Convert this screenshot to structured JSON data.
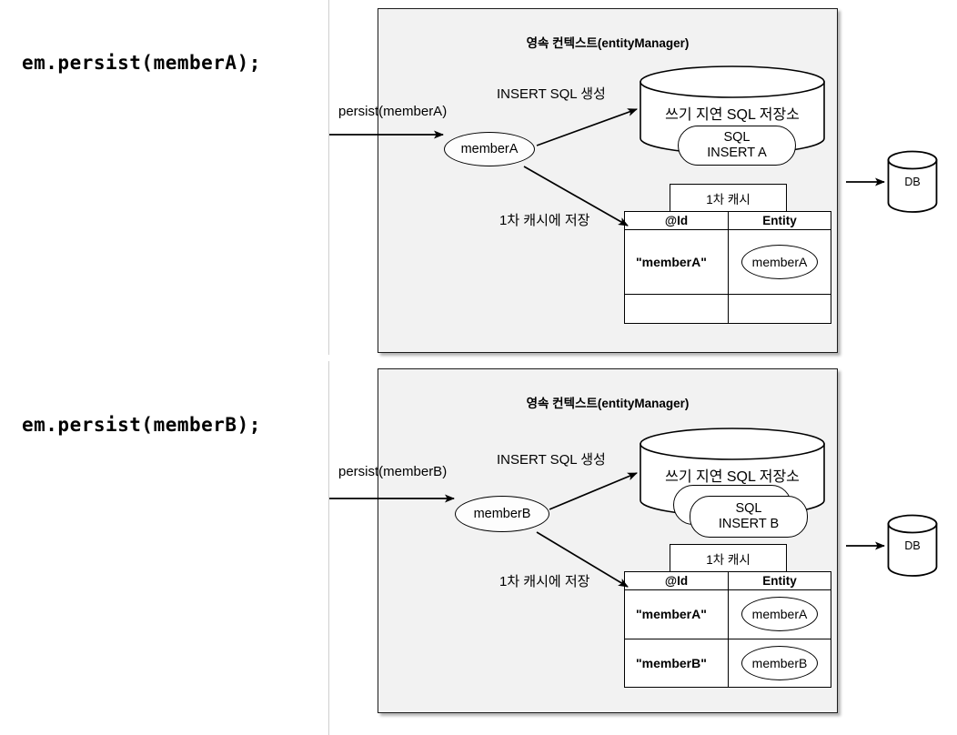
{
  "diagram": {
    "title_hidden": "JPA persistence context write-behind diagram",
    "panel_bg": "#f2f2f2",
    "stroke": "#1b1b1b"
  },
  "captions": {
    "persist_a": "em.persist(memberA);",
    "persist_b": "em.persist(memberB);"
  },
  "panel_a": {
    "title": "영속 컨텍스트(entityManager)",
    "incoming_arrow_label": "persist(memberA)",
    "insert_sql_label": "INSERT SQL 생성",
    "cache_store_label": "1차 캐시에 저장",
    "entity_node": "memberA",
    "sql_store": {
      "title": "쓰기 지연 SQL 저장소",
      "pills": [
        {
          "line1": "SQL",
          "line2": "INSERT A"
        }
      ]
    },
    "cache": {
      "tab_label": "1차 캐시",
      "headers": [
        "@Id",
        "Entity"
      ],
      "rows": [
        {
          "id": "\"memberA\"",
          "entity": "memberA"
        },
        {
          "id": "",
          "entity": ""
        }
      ]
    }
  },
  "panel_b": {
    "title": "영속 컨텍스트(entityManager)",
    "incoming_arrow_label": "persist(memberB)",
    "insert_sql_label": "INSERT SQL 생성",
    "cache_store_label": "1차 캐시에 저장",
    "entity_node": "memberB",
    "sql_store": {
      "title": "쓰기 지연 SQL 저장소",
      "pills": [
        {
          "line1": "",
          "line2": ""
        },
        {
          "line1": "SQL",
          "line2": "INSERT B"
        }
      ]
    },
    "cache": {
      "tab_label": "1차 캐시",
      "headers": [
        "@Id",
        "Entity"
      ],
      "rows": [
        {
          "id": "\"memberA\"",
          "entity": "memberA"
        },
        {
          "id": "\"memberB\"",
          "entity": "memberB"
        }
      ]
    }
  },
  "database_a": {
    "label": "DB"
  },
  "database_b": {
    "label": "DB"
  }
}
